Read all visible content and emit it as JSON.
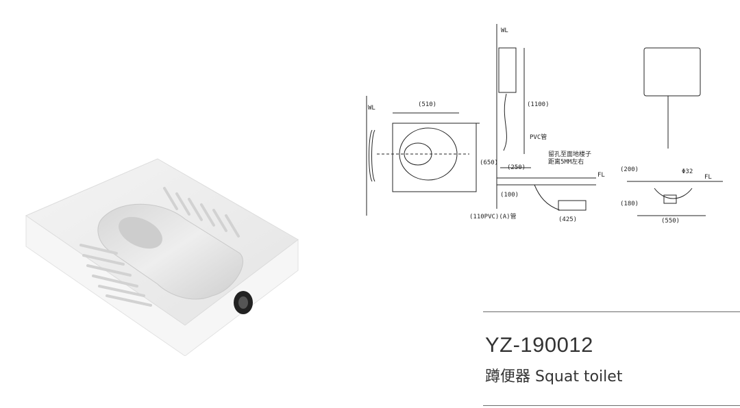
{
  "product": {
    "model": "YZ-190012",
    "name": "蹲便器 Squat toilet"
  },
  "drawing": {
    "labels": {
      "wl": "WL",
      "fl": "FL",
      "width_top": "(510)",
      "depth": "(650)",
      "tank_height": "(1100)",
      "pvc_pipe": "PVC管",
      "offset": "(250)",
      "note_line1": "留孔至面地楼子",
      "note_line2": "距离5MM左右",
      "base_height": "(100)",
      "drain_pipe": "(110PVC)(A)管",
      "drain_offset": "(425)",
      "side_height_a": "(180)",
      "side_height_b": "(200)",
      "side_diam": "Φ32",
      "side_width": "(550)"
    }
  }
}
